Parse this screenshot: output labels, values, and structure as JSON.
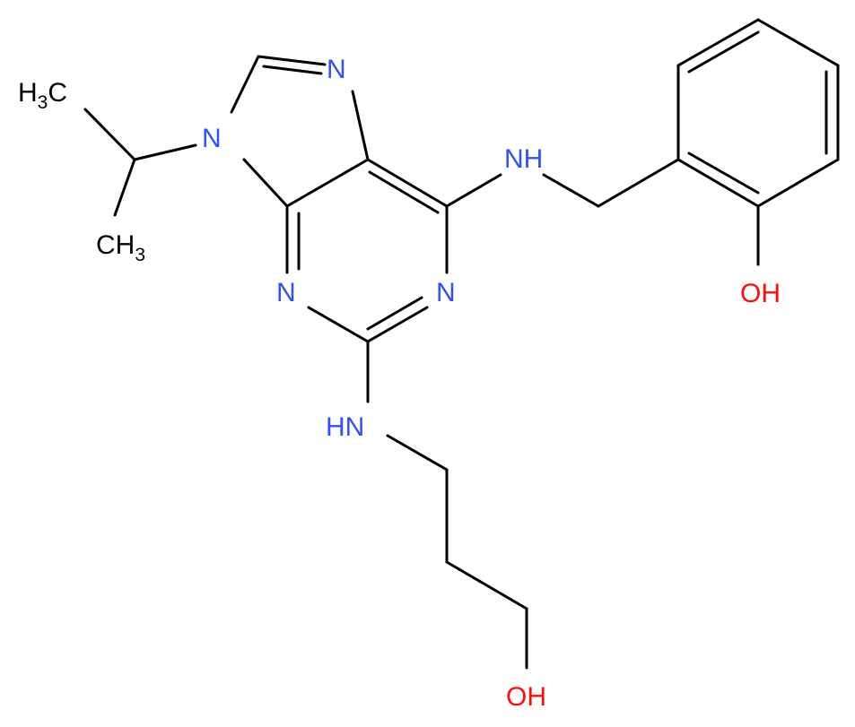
{
  "colors": {
    "bond": "#000000",
    "nitrogen": "#3050F8",
    "oxygen": "#FF0D0D",
    "carbon": "#000000",
    "background": "#ffffff"
  },
  "atoms": {
    "n7": "N",
    "n9": "N",
    "n1": "N",
    "n3": "N",
    "nh_benzyl": "NH",
    "nh_propyl": "HN",
    "oh_phenol": "OH",
    "oh_propyl": "OH",
    "ch3_top": {
      "main": "H",
      "sub": "3",
      "end": "C"
    },
    "ch3_bottom": {
      "main": "CH",
      "sub": "3"
    }
  }
}
